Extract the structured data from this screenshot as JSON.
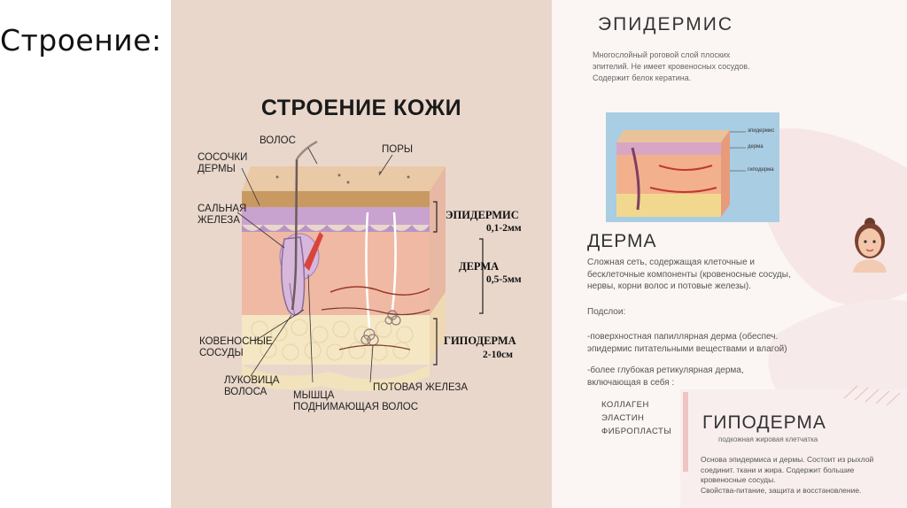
{
  "slide": {
    "title": "Строение:"
  },
  "diagram": {
    "title": "СТРОЕНИЕ КОЖИ",
    "labels": {
      "hair": "ВОЛОС",
      "pores": "ПОРЫ",
      "papillae_line1": "СОСОЧКИ",
      "papillae_line2": "ДЕРМЫ",
      "sebaceous_line1": "САЛЬНАЯ",
      "sebaceous_line2": "ЖЕЛЕЗА",
      "vessels_line1": "КОВЕНОСНЫЕ",
      "vessels_line2": "СОСУДЫ",
      "bulb_line1": "ЛУКОВИЦА",
      "bulb_line2": "ВОЛОСА",
      "muscle_line1": "МЫШЦА",
      "muscle_line2": "ПОДНИМАЮЩАЯ ВОЛОС",
      "sweat_gland": "ПОТОВАЯ ЖЕЛЕЗА"
    },
    "layers": [
      {
        "name": "ЭПИДЕРМИС",
        "size": "0,1-2мм"
      },
      {
        "name": "ДЕРМА",
        "size": "0,5-5мм"
      },
      {
        "name": "ГИПОДЕРМА",
        "size": "2-10см"
      }
    ]
  },
  "info": {
    "epidermis": {
      "title": "ЭПИДЕРМИС",
      "lines": [
        "Многослойный роговой слой плоских",
        "эпителий. Не имеет кровеносных сосудов.",
        "Содержит белок кератина."
      ]
    },
    "thumbnail_labels": [
      "эпидермис",
      "дерма",
      "гиподерма"
    ],
    "derma": {
      "title": "ДЕРМА",
      "lines": [
        "Сложная сеть, содержащая клеточные и",
        "бесклеточные компоненты (кровеносные сосуды,",
        "нервы, корни волос и потовые железы)."
      ],
      "sublayers_label": "Подслои:",
      "sublayer1_lines": [
        "-поверхностная папиллярная дерма (обеспеч.",
        "эпидермис питательными веществами и влагой)"
      ],
      "sublayer2_lines": [
        "-более глубокая ретикулярная дерма,",
        "включающая в себя :"
      ],
      "components": [
        "КОЛЛАГЕН",
        "ЭЛАСТИН",
        "ФИБРОПЛАСТЫ"
      ]
    },
    "hypodermis": {
      "title": "ГИПОДЕРМА",
      "subtitle": "подкожная жировая клетчатка",
      "lines": [
        "Основа эпидермиса и дермы. Состоит из рыхлой",
        "соединит. ткани и жира. Содержит большие",
        "кровеносные сосуды.",
        "Свойства-питание, защита и восстановление."
      ]
    }
  },
  "colors": {
    "left_panel_bg": "#e9d7cb",
    "right_panel_bg": "#fbf6f4",
    "accent_pink": "#f3dede"
  }
}
